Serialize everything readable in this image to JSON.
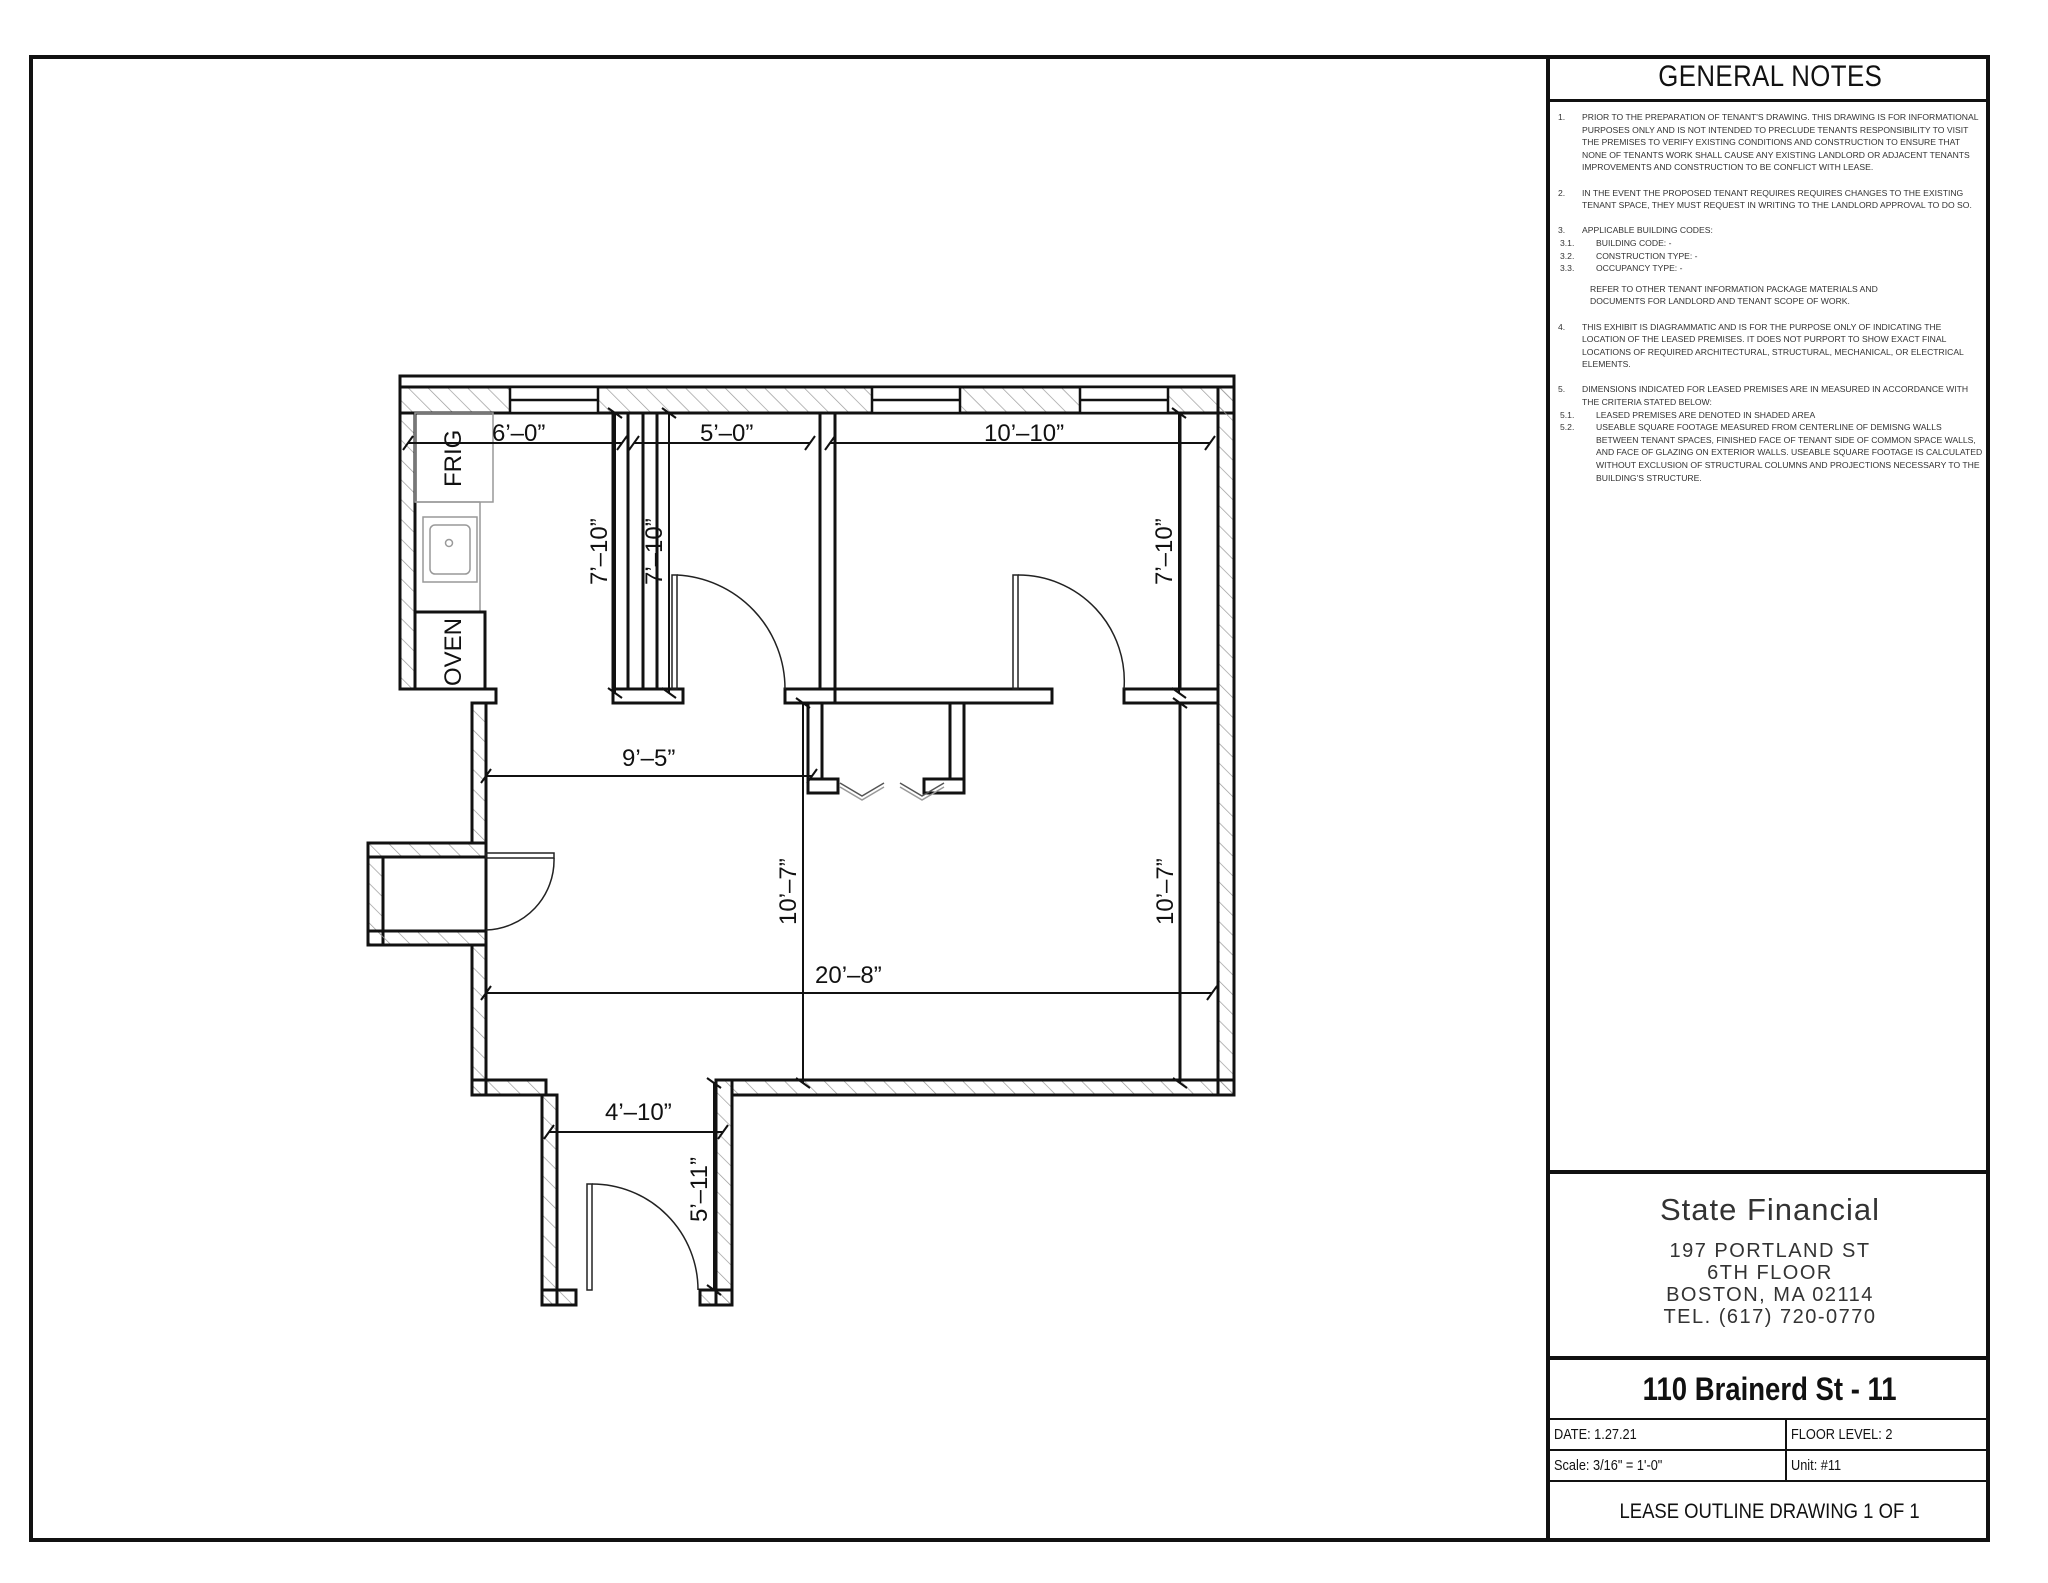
{
  "general_notes": {
    "title": "GENERAL NOTES",
    "items": [
      {
        "num": "1.",
        "text": "PRIOR TO THE PREPARATION OF TENANT'S DRAWING.  THIS DRAWING IS FOR INFORMATIONAL PURPOSES ONLY AND IS NOT INTENDED TO PRECLUDE TENANTS RESPONSIBILITY TO VISIT THE PREMISES TO VERIFY EXISTING CONDITIONS AND CONSTRUCTION TO ENSURE THAT NONE OF TENANTS WORK SHALL CAUSE ANY EXISTING LANDLORD OR ADJACENT TENANTS IMPROVEMENTS AND CONSTRUCTION TO BE CONFLICT WITH LEASE."
      },
      {
        "num": "2.",
        "text": "IN THE EVENT THE PROPOSED TENANT REQUIRES REQUIRES CHANGES TO THE EXISTING TENANT SPACE, THEY MUST REQUEST  IN WRITING TO THE LANDLORD APPROVAL TO DO SO."
      },
      {
        "num": "3.",
        "text": "APPLICABLE BUILDING CODES:",
        "subs": [
          {
            "num": "3.1.",
            "text": "BUILDING CODE:   -"
          },
          {
            "num": "3.2.",
            "text": "CONSTRUCTION TYPE:      -"
          },
          {
            "num": "3.3.",
            "text": "OCCUPANCY TYPE:  -"
          }
        ],
        "refer": "REFER TO OTHER TENANT INFORMATION PACKAGE MATERIALS AND DOCUMENTS FOR LANDLORD AND TENANT SCOPE OF WORK."
      },
      {
        "num": "4.",
        "text": "THIS EXHIBIT IS DIAGRAMMATIC AND IS FOR THE PURPOSE ONLY OF INDICATING THE LOCATION OF THE LEASED PREMISES.  IT DOES NOT PURPORT TO SHOW EXACT FINAL LOCATIONS OF REQUIRED ARCHITECTURAL, STRUCTURAL, MECHANICAL, OR ELECTRICAL ELEMENTS."
      },
      {
        "num": "5.",
        "text": "DIMENSIONS INDICATED FOR LEASED PREMISES ARE IN MEASURED IN ACCORDANCE WITH THE CRITERIA STATED BELOW:",
        "subs": [
          {
            "num": "5.1.",
            "text": "LEASED PREMISES ARE DENOTED IN SHADED AREA"
          },
          {
            "num": "5.2.",
            "text": "USEABLE SQUARE FOOTAGE MEASURED FROM CENTERLINE OF DEMISNG WALLS BETWEEN TENANT SPACES, FINISHED FACE OF TENANT SIDE OF COMMON SPACE WALLS, AND FACE OF GLAZING ON EXTERIOR WALLS.  USEABLE SQUARE FOOTAGE IS CALCULATED WITHOUT EXCLUSION OF STRUCTURAL COLUMNS AND PROJECTIONS NECESSARY TO THE BUILDING'S STRUCTURE."
          }
        ]
      }
    ]
  },
  "company": {
    "name": "State Financial",
    "address_lines": [
      "197 PORTLAND ST",
      "6TH FLOOR",
      "BOSTON, MA 02114",
      "TEL. (617) 720-0770"
    ]
  },
  "title_block": {
    "property": "110 Brainerd St - 11",
    "date": "DATE:  1.27.21",
    "floor_level": "FLOOR LEVEL: 2",
    "scale": "Scale:  3/16\" = 1'-0\"",
    "unit": "Unit: #11",
    "sheet": "LEASE OUTLINE DRAWING 1 OF 1"
  },
  "floor_plan": {
    "fixtures": {
      "fridge": "FRIG",
      "oven": "OVEN"
    },
    "dimensions": {
      "kitchen_width": "6’–0”",
      "closet_width": "5’–0”",
      "bedroom_width": "10’–10”",
      "kitchen_depth": "7’–10”",
      "closet_depth": "7’–10”",
      "bedroom_depth": "7’–10”",
      "living_width_upper": "9’–5”",
      "living_depth_left": "10’–7”",
      "living_depth_right": "10’–7”",
      "overall_width": "20’–8”",
      "entry_width": "4’–10”",
      "entry_depth": "5’–11”"
    }
  }
}
